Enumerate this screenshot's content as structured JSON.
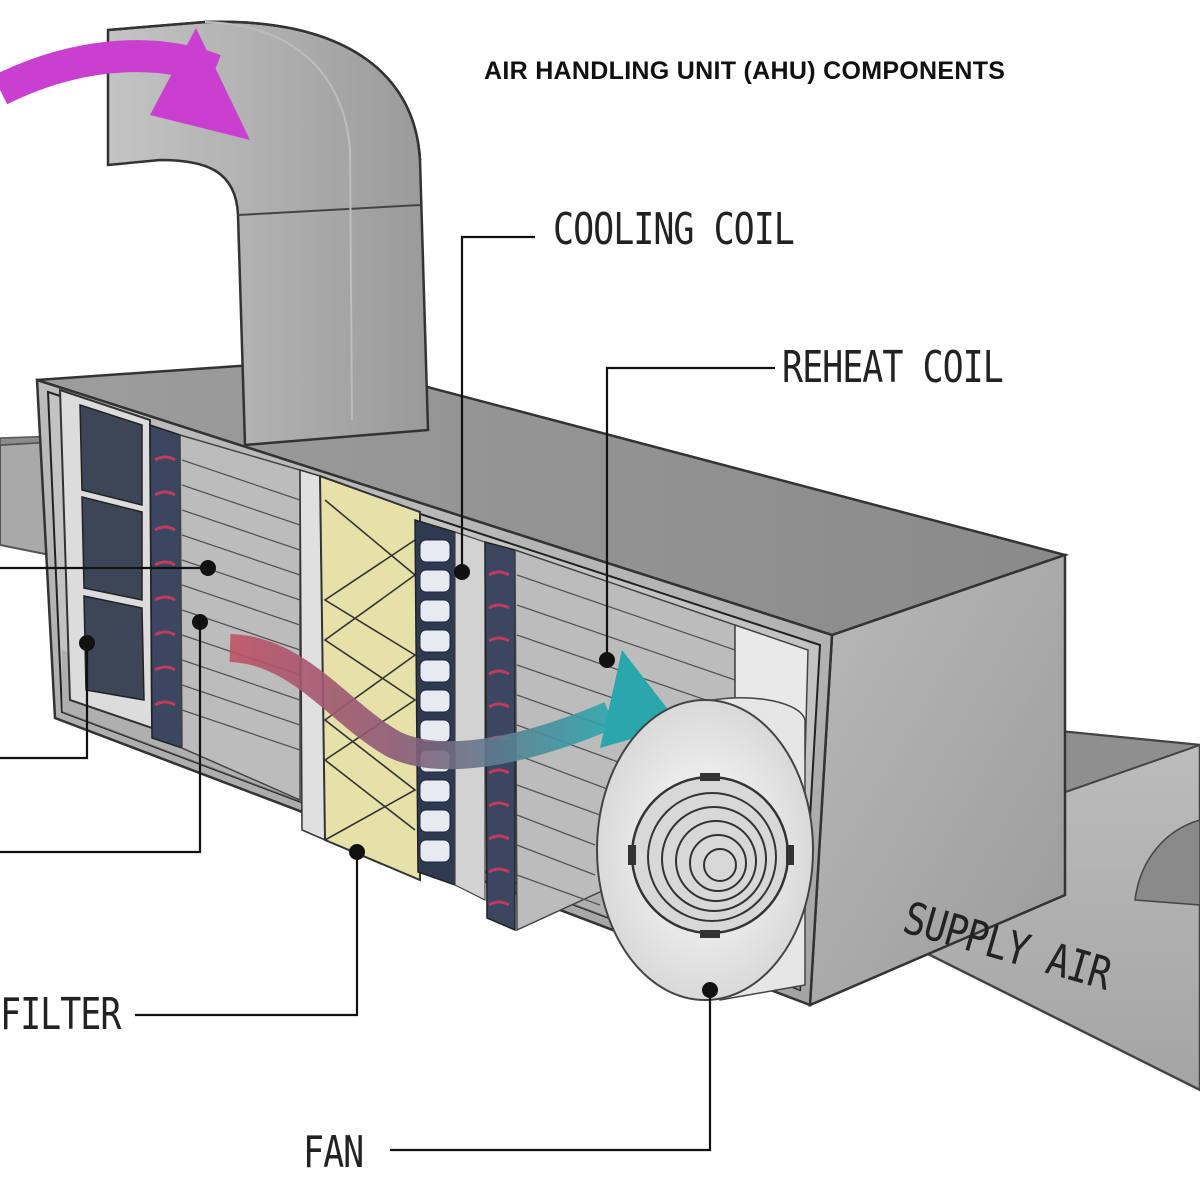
{
  "title": "AIR HANDLING UNIT (AHU) COMPONENTS",
  "labels": {
    "cooling_coil": "COOLING COIL",
    "reheat_coil": "REHEAT COIL",
    "filter": "FILTER",
    "fan": "FAN",
    "supply_air": "SUPPLY AIR"
  },
  "colors": {
    "return_air_arrow": "#c93fd0",
    "warm_air": "#c05366",
    "cool_air": "#2aa7ad",
    "duct_gray": "#a8a8a8",
    "filter_media": "#e6e1a8",
    "coil_panel": "#2e3a50"
  }
}
